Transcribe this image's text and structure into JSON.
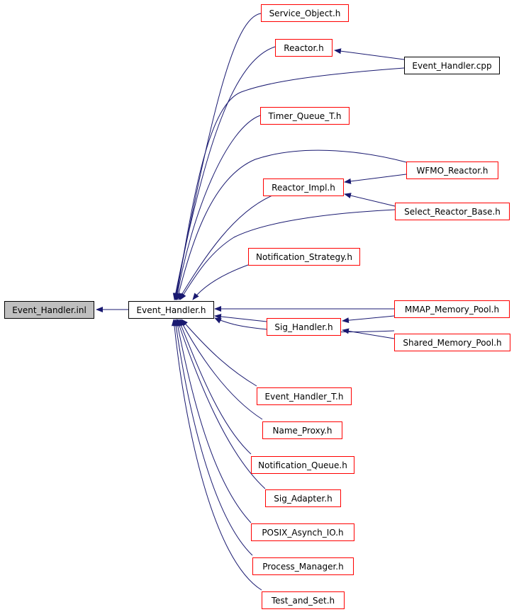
{
  "diagram": {
    "edge_color": "#191970",
    "nodes": {
      "event_handler_inl": "Event_Handler.inl",
      "event_handler_h": "Event_Handler.h",
      "service_object_h": "Service_Object.h",
      "reactor_h": "Reactor.h",
      "event_handler_cpp": "Event_Handler.cpp",
      "timer_queue_t_h": "Timer_Queue_T.h",
      "wfmo_reactor_h": "WFMO_Reactor.h",
      "reactor_impl_h": "Reactor_Impl.h",
      "select_reactor_base_h": "Select_Reactor_Base.h",
      "notification_strategy_h": "Notification_Strategy.h",
      "mmap_memory_pool_h": "MMAP_Memory_Pool.h",
      "sig_handler_h": "Sig_Handler.h",
      "shared_memory_pool_h": "Shared_Memory_Pool.h",
      "event_handler_t_h": "Event_Handler_T.h",
      "name_proxy_h": "Name_Proxy.h",
      "notification_queue_h": "Notification_Queue.h",
      "sig_adapter_h": "Sig_Adapter.h",
      "posix_asynch_io_h": "POSIX_Asynch_IO.h",
      "process_manager_h": "Process_Manager.h",
      "test_and_set_h": "Test_and_Set.h"
    }
  }
}
